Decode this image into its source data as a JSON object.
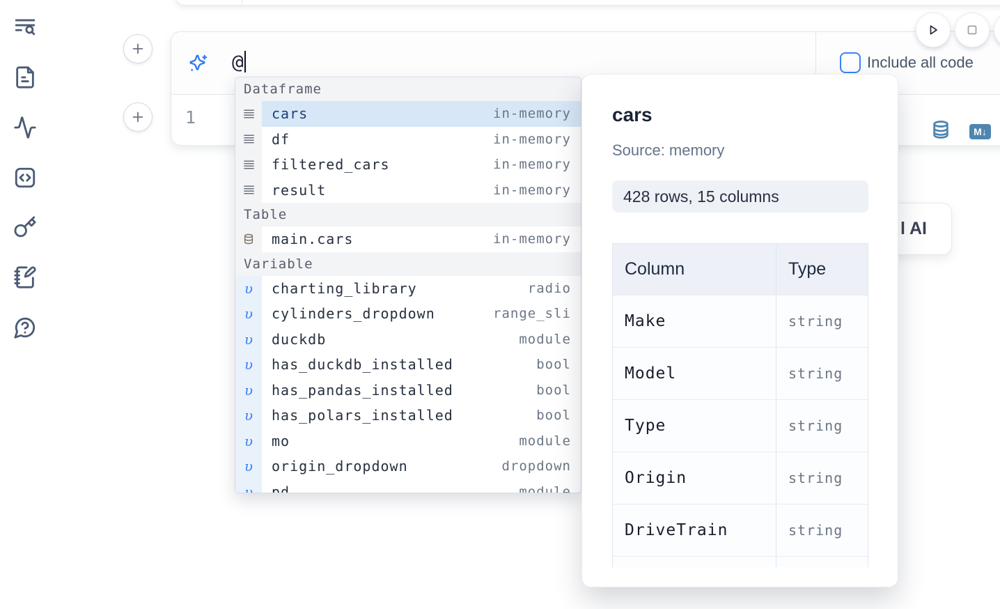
{
  "sidebar": {
    "items": [
      {
        "icon": "text-search-icon"
      },
      {
        "icon": "file-document-icon"
      },
      {
        "icon": "activity-icon"
      },
      {
        "icon": "code-square-icon"
      },
      {
        "icon": "key-icon"
      },
      {
        "icon": "notebook-pen-icon"
      },
      {
        "icon": "help-chat-icon"
      }
    ]
  },
  "cell_actions": {
    "run_icon": "play",
    "stop_icon": "square"
  },
  "ai_prompt": {
    "value": "@",
    "include_all_code": {
      "label": "Include all code",
      "checked": false
    }
  },
  "editor": {
    "line_number": "1"
  },
  "cell_footer": {
    "database_icon": "database",
    "markdown_badge": "M↓"
  },
  "ai_card": {
    "visible_label": "l AI"
  },
  "completion": {
    "sections": [
      {
        "label": "Dataframe",
        "items": [
          {
            "icon": "rows-icon",
            "name": "cars",
            "type": "in-memory",
            "selected": true
          },
          {
            "icon": "rows-icon",
            "name": "df",
            "type": "in-memory"
          },
          {
            "icon": "rows-icon",
            "name": "filtered_cars",
            "type": "in-memory"
          },
          {
            "icon": "rows-icon",
            "name": "result",
            "type": "in-memory"
          }
        ]
      },
      {
        "label": "Table",
        "items": [
          {
            "icon": "database-icon",
            "name": "main.cars",
            "type": "in-memory"
          }
        ]
      },
      {
        "label": "Variable",
        "items": [
          {
            "icon": "variable-icon",
            "name": "charting_library",
            "type": "radio"
          },
          {
            "icon": "variable-icon",
            "name": "cylinders_dropdown",
            "type": "range_sli"
          },
          {
            "icon": "variable-icon",
            "name": "duckdb",
            "type": "module"
          },
          {
            "icon": "variable-icon",
            "name": "has_duckdb_installed",
            "type": "bool"
          },
          {
            "icon": "variable-icon",
            "name": "has_pandas_installed",
            "type": "bool"
          },
          {
            "icon": "variable-icon",
            "name": "has_polars_installed",
            "type": "bool"
          },
          {
            "icon": "variable-icon",
            "name": "mo",
            "type": "module"
          },
          {
            "icon": "variable-icon",
            "name": "origin_dropdown",
            "type": "dropdown"
          },
          {
            "icon": "variable-icon",
            "name": "pd",
            "type": "module",
            "clipped": true
          }
        ]
      }
    ],
    "variable_glyph": "υ"
  },
  "preview": {
    "title": "cars",
    "source": "Source: memory",
    "shape": "428 rows, 15 columns",
    "table": {
      "headers": [
        "Column",
        "Type"
      ],
      "rows": [
        [
          "Make",
          "string"
        ],
        [
          "Model",
          "string"
        ],
        [
          "Type",
          "string"
        ],
        [
          "Origin",
          "string"
        ],
        [
          "DriveTrain",
          "string"
        ]
      ]
    }
  },
  "colors": {
    "accent_blue": "#3b82f6",
    "steel_blue": "#4e86b0",
    "selection_blue": "#d7e7f7",
    "sidebar_icon": "#4b5b74",
    "muted_text": "#6b7684"
  }
}
